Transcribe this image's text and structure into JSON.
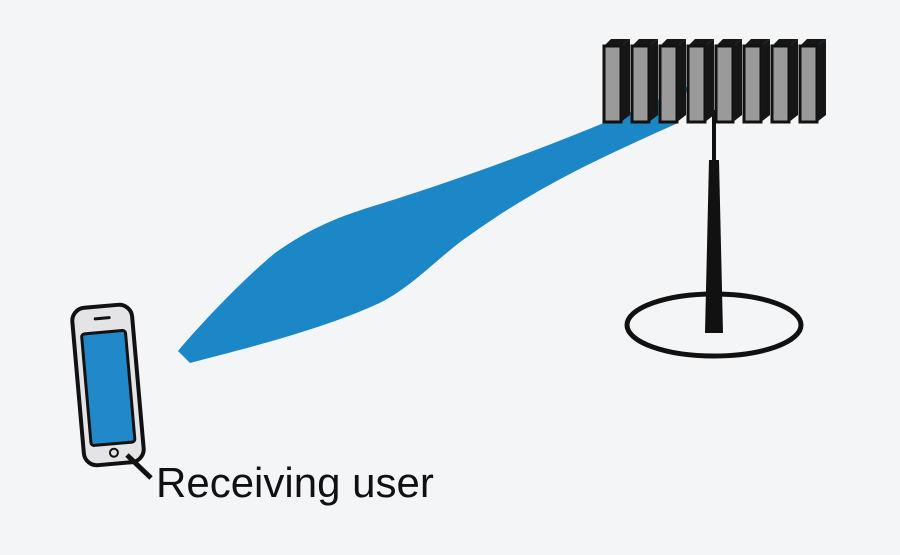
{
  "diagram": {
    "receiver_label": "Receiving user",
    "antenna_element_count": 8,
    "colors": {
      "background": "#f4f5f7",
      "beam": "#1b87c6",
      "phone_screen": "#2189c9",
      "phone_body": "#e4e4e6",
      "antenna_face": "#9a9a9a",
      "antenna_side": "#161616",
      "outline": "#111111"
    },
    "icons": {
      "receiver": "smartphone-icon",
      "transmitter": "antenna-array-icon",
      "beam": "radio-beam-shape"
    }
  }
}
